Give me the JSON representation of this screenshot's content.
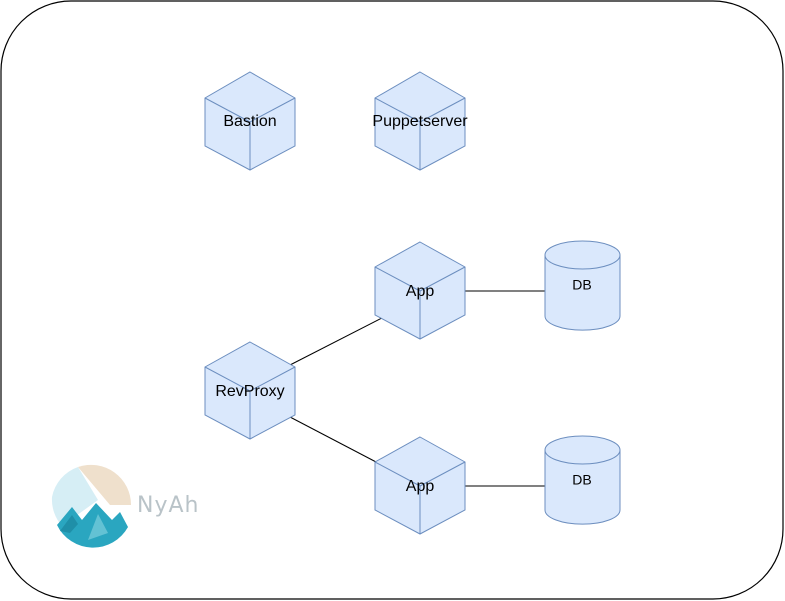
{
  "nodes": {
    "bastion": {
      "label": "Bastion"
    },
    "puppetserver": {
      "label": "Puppetserver"
    },
    "app_top": {
      "label": "App"
    },
    "app_bottom": {
      "label": "App"
    },
    "revproxy": {
      "label": "RevProxy"
    },
    "db_top": {
      "label": "DB"
    },
    "db_bottom": {
      "label": "DB"
    }
  },
  "logo": {
    "text": "NyAh"
  },
  "colors": {
    "node_fill": "#dae8fc",
    "node_stroke": "#6c8ebf",
    "edge": "#000000",
    "frame": "#000000"
  }
}
